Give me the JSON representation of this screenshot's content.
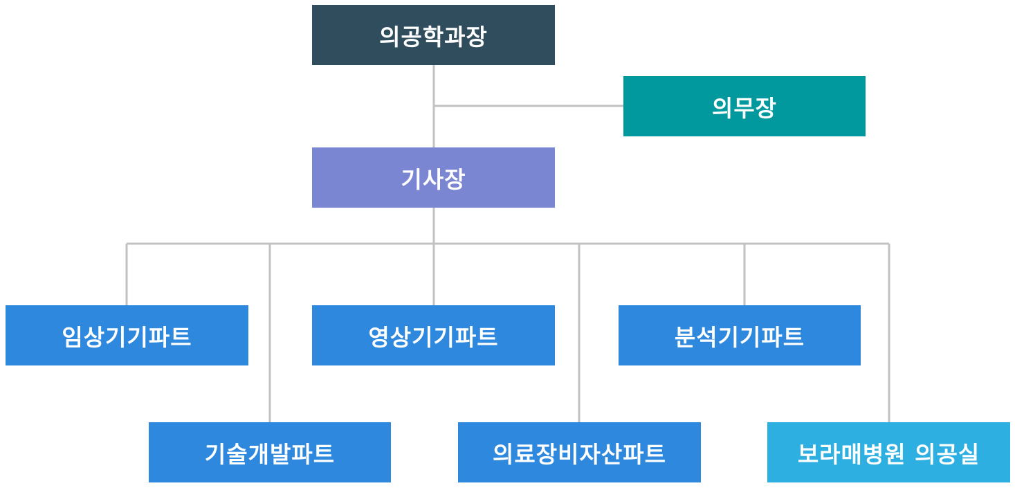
{
  "colors": {
    "head": "#2f4d5d",
    "medical_director": "#02999e",
    "chief_engineer": "#7b86d3",
    "part": "#2e89de",
    "affiliate": "#2db0e1",
    "line": "#c2c2c2"
  },
  "org": {
    "head": "의공학과장",
    "medical_director": "의무장",
    "chief_engineer": "기사장",
    "parts": [
      "임상기기파트",
      "영상기기파트",
      "분석기기파트",
      "기술개발파트",
      "의료장비자산파트"
    ],
    "affiliate": "보라매병원 의공실"
  }
}
